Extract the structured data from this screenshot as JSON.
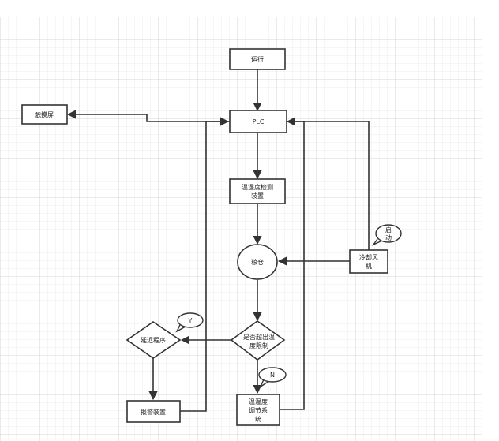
{
  "colors": {
    "grid_minor": "#ececec",
    "grid_major": "#d6d6d6",
    "stroke": "#333333",
    "fill": "#ffffff",
    "text": "#222222"
  },
  "nodes": {
    "run": {
      "label": "运行"
    },
    "plc": {
      "label": "PLC"
    },
    "touch": {
      "label": "触摸屏"
    },
    "detect": {
      "line1": "温湿度检测",
      "line2": "装置"
    },
    "silo": {
      "label": "粮仓"
    },
    "fan": {
      "line1": "冷却风",
      "line2": "机"
    },
    "check": {
      "line1": "是否超出温",
      "line2": "度限制"
    },
    "delay": {
      "label": "延迟程序"
    },
    "alarm": {
      "label": "报警装置"
    },
    "regulate": {
      "line1": "温湿度",
      "line2": "调节系",
      "line3": "统"
    }
  },
  "callouts": {
    "start": {
      "line1": "启",
      "line2": "动"
    },
    "yes": {
      "label": "Y"
    },
    "no": {
      "label": "N"
    }
  }
}
